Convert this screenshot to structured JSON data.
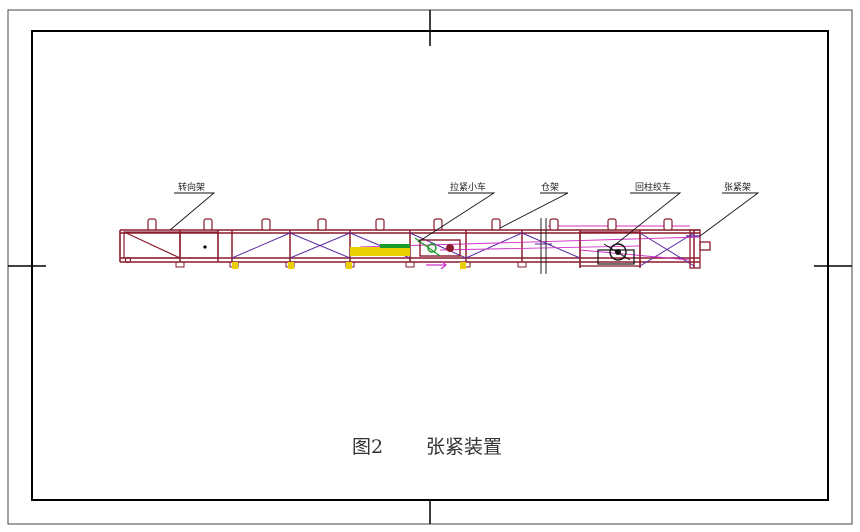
{
  "labels": {
    "turning_frame": "转向架",
    "tension_trolley": "拉紧小车",
    "storage_frame": "仓架",
    "winch": "回柱绞车",
    "tension_frame": "张紧架"
  },
  "caption": {
    "figure": "图2",
    "title": "张紧装置"
  },
  "colors": {
    "frame": "#8a1c2c",
    "truss": "#5a2aa0",
    "rope": "#d030c8",
    "yellow": "#e8d000",
    "green": "#1a9a2a",
    "line": "#111111"
  }
}
